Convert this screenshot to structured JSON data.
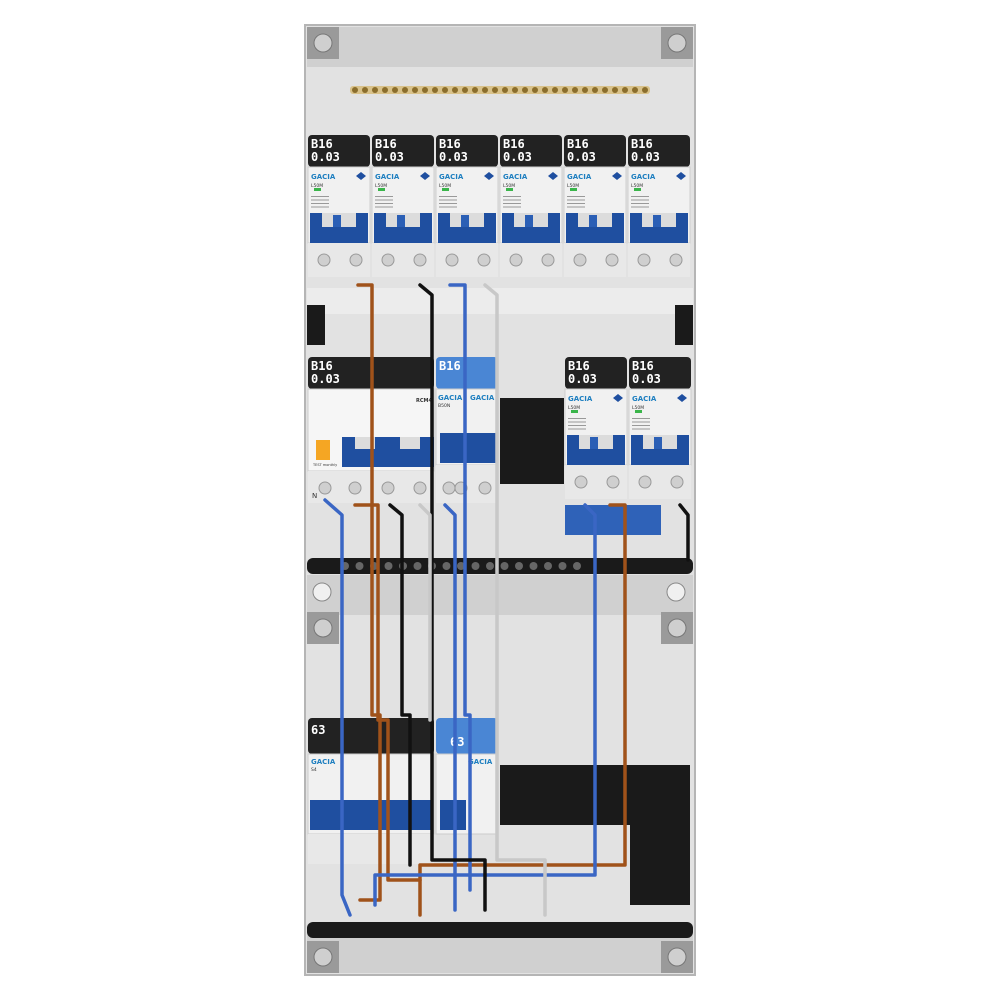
{
  "panel": {
    "title": "",
    "brand": "GACIA",
    "model_main": "L50M",
    "rcd_series": "RCM4",
    "neutral_mark": "N",
    "test_label": "TEST monthly"
  },
  "rows": {
    "top": {
      "breakers": [
        {
          "label_top": "B16",
          "label_bottom": "0.03",
          "model": "L50M"
        },
        {
          "label_top": "B16",
          "label_bottom": "0.03",
          "model": "L50M"
        },
        {
          "label_top": "B16",
          "label_bottom": "0.03",
          "model": "L50M"
        },
        {
          "label_top": "B16",
          "label_bottom": "0.03",
          "model": "L50M"
        },
        {
          "label_top": "B16",
          "label_bottom": "0.03",
          "model": "L50M"
        },
        {
          "label_top": "B16",
          "label_bottom": "0.03",
          "model": "L50M"
        }
      ]
    },
    "middle": {
      "rcd": {
        "label_top": "B16",
        "label_bottom": "0.03",
        "series": "RCM4"
      },
      "blue_breaker": {
        "label_top": "B16",
        "model": "B50N"
      },
      "breakers": [
        {
          "label_top": "B16",
          "label_bottom": "0.03",
          "model": "L50M"
        },
        {
          "label_top": "B16",
          "label_bottom": "0.03",
          "model": "L50M"
        }
      ]
    },
    "bottom": {
      "main_switch": {
        "label_top": "63",
        "model": "S4"
      },
      "blue_unit": {
        "label_top": "63"
      }
    }
  },
  "colors": {
    "enclosure": "#d4d4d4",
    "label_black": "#222222",
    "breaker_blue": "#1f4fa0",
    "wire_brown": "#a0521a",
    "wire_blue": "#3a66c4",
    "wire_black": "#111111",
    "wire_grey": "#c8c8c8",
    "busbar": "#c8a96a"
  }
}
